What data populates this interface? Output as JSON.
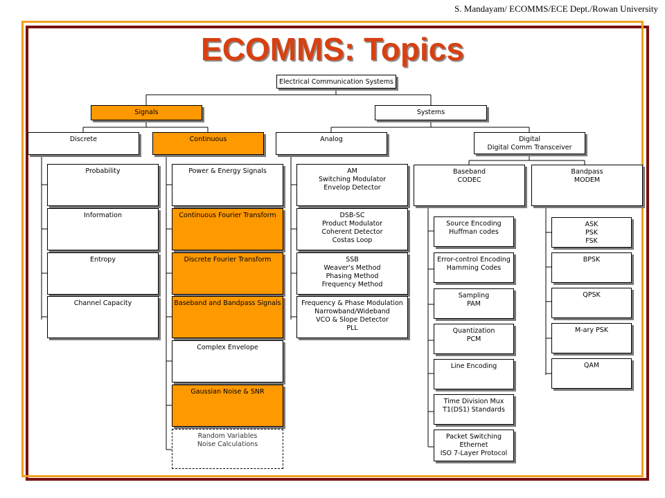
{
  "credit": "S. Mandayam/ ECOMMS/ECE Dept./Rowan University",
  "title": "ECOMMS: Topics",
  "colors": {
    "highlight": "#ff9900",
    "frame_outer": "#7a1010",
    "frame_inner": "#f0a020",
    "title": "#d84010"
  },
  "tree": {
    "root": "Electrical Communication Systems",
    "signals": "Signals",
    "systems": "Systems",
    "discrete": "Discrete",
    "continuous": "Continuous",
    "analog": "Analog",
    "digital": "Digital\nDigital Comm Transceiver",
    "discrete_items": [
      "Probability",
      "Information",
      "Entropy",
      "Channel Capacity"
    ],
    "continuous_items": [
      "Power & Energy Signals",
      "Continuous Fourier Transform",
      "Discrete Fourier Transform",
      "Baseband and Bandpass Signals",
      "Complex Envelope",
      "Gaussian Noise & SNR",
      "Random Variables\nNoise Calculations"
    ],
    "analog_items": [
      "AM\nSwitching Modulator\nEnvelop Detector",
      "DSB-SC\nProduct Modulator\nCoherent Detector\nCostas Loop",
      "SSB\nWeaver's Method\nPhasing Method\nFrequency Method",
      "Frequency & Phase Modulation\nNarrowband/Wideband\nVCO & Slope Detector\nPLL"
    ],
    "baseband": "Baseband\nCODEC",
    "bandpass": "Bandpass\nMODEM",
    "baseband_items": [
      "Source Encoding\nHuffman codes",
      "Error-control Encoding\nHamming Codes",
      "Sampling\nPAM",
      "Quantization\nPCM",
      "Line Encoding",
      "Time Division Mux\nT1(DS1) Standards",
      "Packet Switching\nEthernet\nISO 7-Layer Protocol"
    ],
    "bandpass_items": [
      "ASK\nPSK\nFSK",
      "BPSK",
      "QPSK",
      "M-ary PSK",
      "QAM"
    ]
  }
}
